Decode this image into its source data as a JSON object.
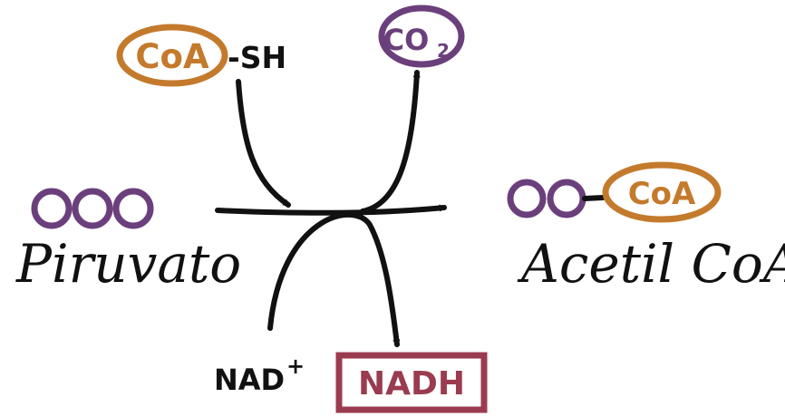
{
  "diagram": {
    "reactant": {
      "label": "Piruvato",
      "carbon_count": 3
    },
    "product": {
      "label": "Acetil CoA",
      "carbon_count": 2,
      "attached": "CoA"
    },
    "coa_input": {
      "coa": "CoA",
      "group": "-SH"
    },
    "co2_output": {
      "text": "CO",
      "subscript": "2"
    },
    "nad_input": {
      "label": "NAD",
      "superscript": "+"
    },
    "nadh_output": {
      "label": "NADH"
    },
    "colors": {
      "coa": "#c47a2c",
      "co2": "#6b3f7c",
      "carbon": "#6b3f7c",
      "nadh": "#9b3b4f",
      "ink": "#111111"
    }
  }
}
